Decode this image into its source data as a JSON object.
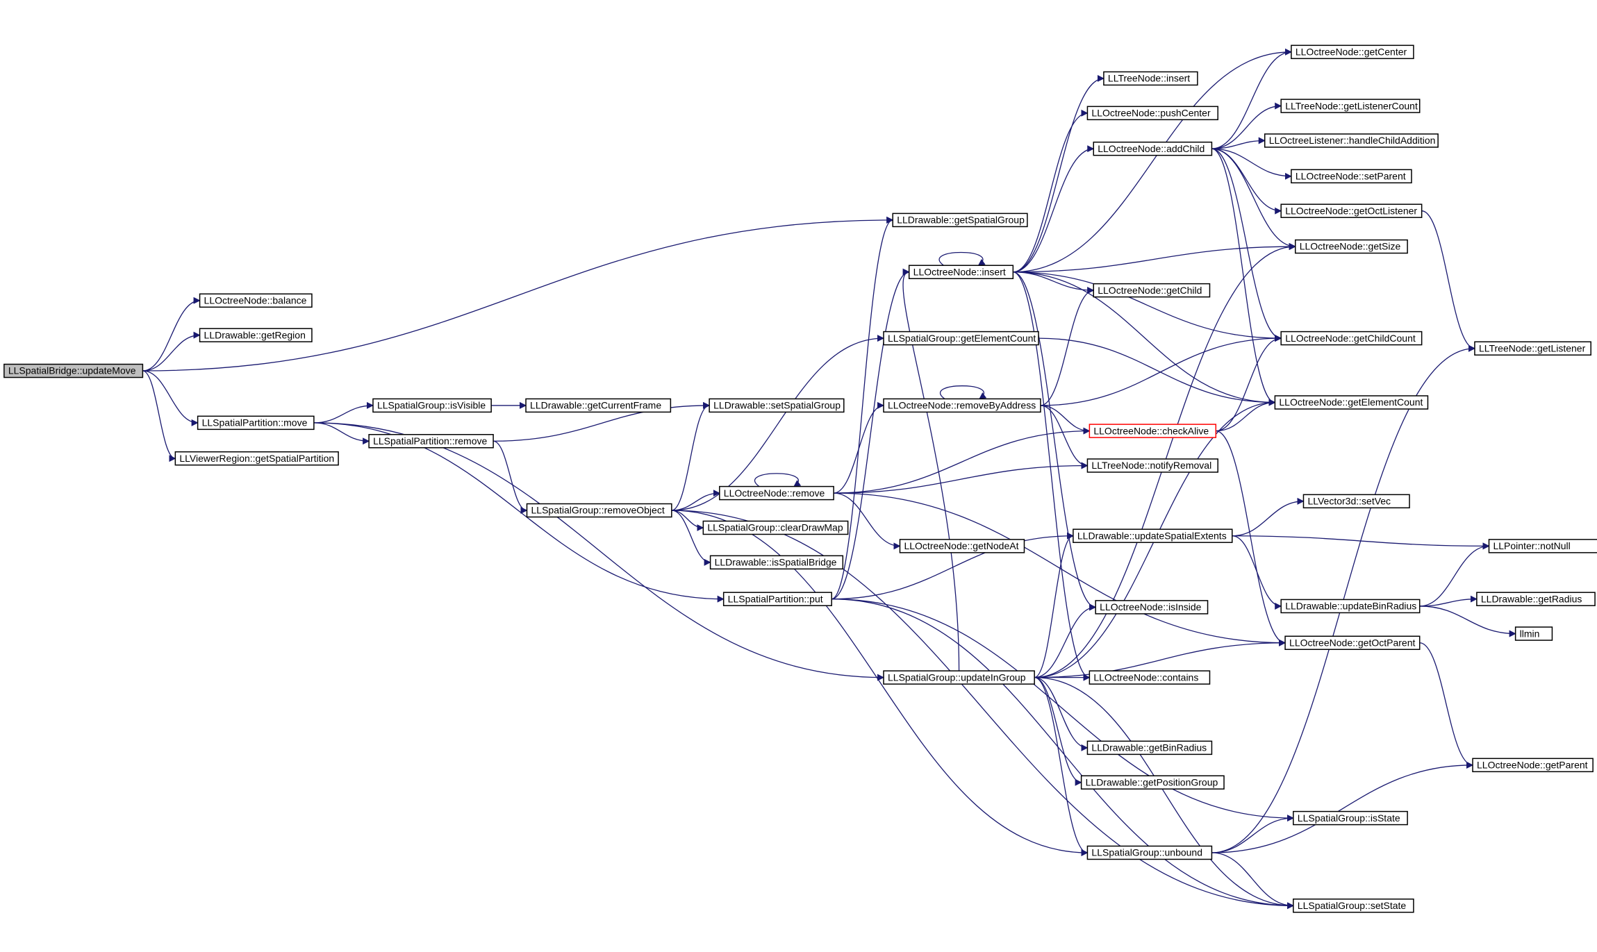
{
  "colors": {
    "edge": "#191970",
    "root_fill": "#bfbfbf",
    "truncated_border": "#ff0000",
    "node_border": "#000000"
  },
  "nodes": [
    {
      "id": "updateMove",
      "label": "LLSpatialBridge::updateMove",
      "root": true
    },
    {
      "id": "balance",
      "label": "LLOctreeNode::balance"
    },
    {
      "id": "getRegion",
      "label": "LLDrawable::getRegion"
    },
    {
      "id": "move",
      "label": "LLSpatialPartition::move"
    },
    {
      "id": "getSpatialPartition",
      "label": "LLViewerRegion::getSpatialPartition"
    },
    {
      "id": "isVisible",
      "label": "LLSpatialGroup::isVisible"
    },
    {
      "id": "getCurrentFrame",
      "label": "LLDrawable::getCurrentFrame"
    },
    {
      "id": "spRemove",
      "label": "LLSpatialPartition::remove"
    },
    {
      "id": "removeObject",
      "label": "LLSpatialGroup::removeObject"
    },
    {
      "id": "setSpatialGroup",
      "label": "LLDrawable::setSpatialGroup"
    },
    {
      "id": "onRemove",
      "label": "LLOctreeNode::remove"
    },
    {
      "id": "clearDrawMap",
      "label": "LLSpatialGroup::clearDrawMap"
    },
    {
      "id": "isSpatialBridge",
      "label": "LLDrawable::isSpatialBridge"
    },
    {
      "id": "put",
      "label": "LLSpatialPartition::put"
    },
    {
      "id": "getSpatialGroup",
      "label": "LLDrawable::getSpatialGroup"
    },
    {
      "id": "onInsert",
      "label": "LLOctreeNode::insert"
    },
    {
      "id": "getElementCountG",
      "label": "LLSpatialGroup::getElementCount"
    },
    {
      "id": "removeByAddress",
      "label": "LLOctreeNode::removeByAddress"
    },
    {
      "id": "getNodeAt",
      "label": "LLOctreeNode::getNodeAt"
    },
    {
      "id": "updateInGroup",
      "label": "LLSpatialGroup::updateInGroup"
    },
    {
      "id": "tnInsert",
      "label": "LLTreeNode::insert"
    },
    {
      "id": "pushCenter",
      "label": "LLOctreeNode::pushCenter"
    },
    {
      "id": "addChild",
      "label": "LLOctreeNode::addChild"
    },
    {
      "id": "getChild",
      "label": "LLOctreeNode::getChild"
    },
    {
      "id": "checkAlive",
      "label": "LLOctreeNode::checkAlive",
      "truncated": true
    },
    {
      "id": "notifyRemoval",
      "label": "LLTreeNode::notifyRemoval"
    },
    {
      "id": "updateSpatialExtents",
      "label": "LLDrawable::updateSpatialExtents"
    },
    {
      "id": "isInside",
      "label": "LLOctreeNode::isInside"
    },
    {
      "id": "contains",
      "label": "LLOctreeNode::contains"
    },
    {
      "id": "getBinRadius",
      "label": "LLDrawable::getBinRadius"
    },
    {
      "id": "getPositionGroup",
      "label": "LLDrawable::getPositionGroup"
    },
    {
      "id": "unbound",
      "label": "LLSpatialGroup::unbound"
    },
    {
      "id": "getCenter",
      "label": "LLOctreeNode::getCenter"
    },
    {
      "id": "getListenerCount",
      "label": "LLTreeNode::getListenerCount"
    },
    {
      "id": "handleChildAddition",
      "label": "LLOctreeListener::handleChildAddition"
    },
    {
      "id": "setParent",
      "label": "LLOctreeNode::setParent"
    },
    {
      "id": "getOctListener",
      "label": "LLOctreeNode::getOctListener"
    },
    {
      "id": "getSize",
      "label": "LLOctreeNode::getSize"
    },
    {
      "id": "getChildCount",
      "label": "LLOctreeNode::getChildCount"
    },
    {
      "id": "getElementCountO",
      "label": "LLOctreeNode::getElementCount"
    },
    {
      "id": "setVec",
      "label": "LLVector3d::setVec"
    },
    {
      "id": "updateBinRadius",
      "label": "LLDrawable::updateBinRadius"
    },
    {
      "id": "getOctParent",
      "label": "LLOctreeNode::getOctParent"
    },
    {
      "id": "isState",
      "label": "LLSpatialGroup::isState"
    },
    {
      "id": "setState",
      "label": "LLSpatialGroup::setState"
    },
    {
      "id": "getListener",
      "label": "LLTreeNode::getListener"
    },
    {
      "id": "notNull",
      "label": "LLPointer::notNull"
    },
    {
      "id": "getRadius",
      "label": "LLDrawable::getRadius"
    },
    {
      "id": "llmin",
      "label": "llmin"
    },
    {
      "id": "getParent",
      "label": "LLOctreeNode::getParent"
    }
  ]
}
